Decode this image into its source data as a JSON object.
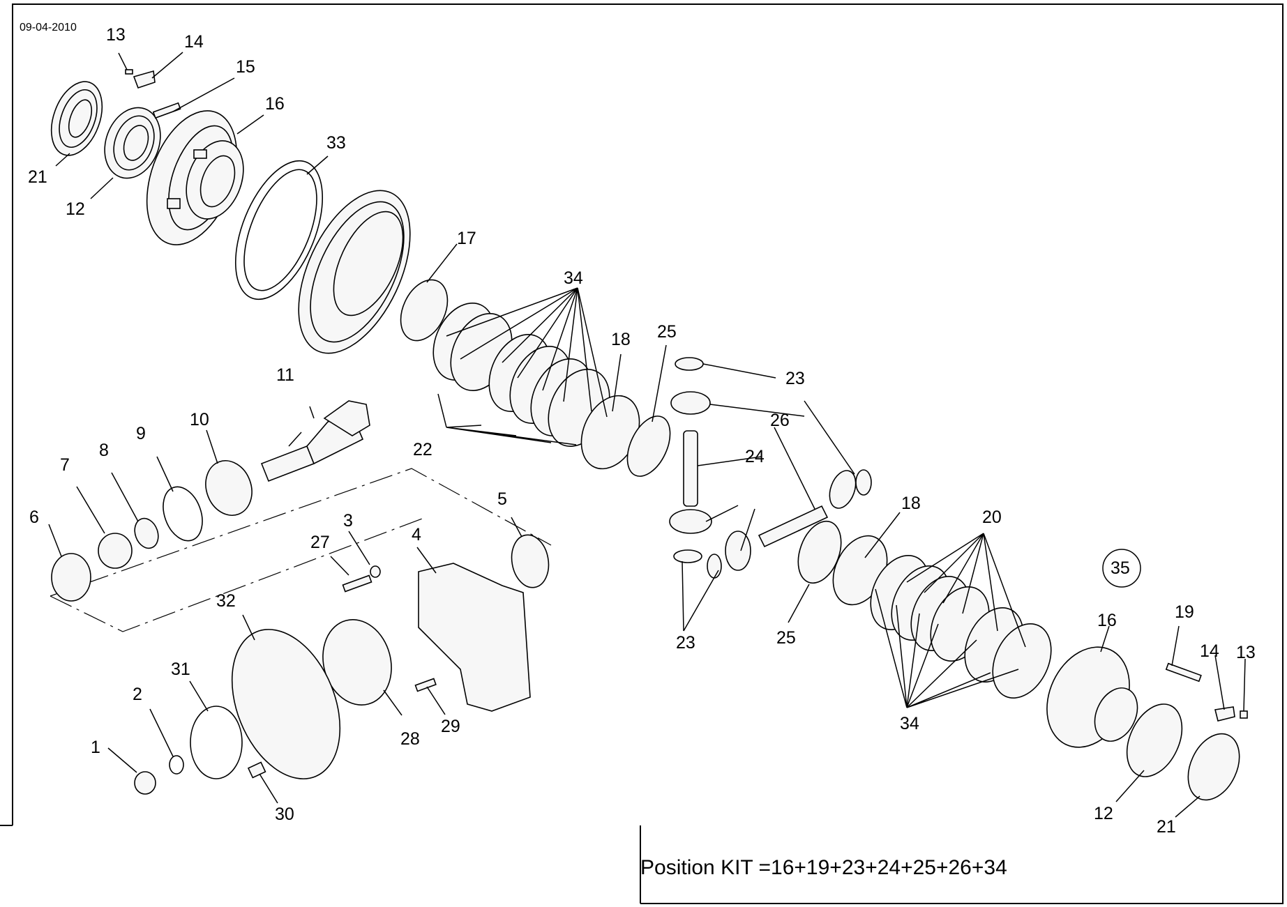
{
  "date": "09-04-2010",
  "kit_note": "Position KIT =16+19+23+24+25+26+34",
  "callouts": [
    "13",
    "14",
    "15",
    "16",
    "33",
    "21",
    "12",
    "17",
    "34",
    "18",
    "25",
    "23",
    "11",
    "26",
    "24",
    "22",
    "10",
    "9",
    "8",
    "7",
    "6",
    "5",
    "3",
    "27",
    "4",
    "18",
    "20",
    "35",
    "16",
    "19",
    "14",
    "13",
    "32",
    "31",
    "2",
    "1",
    "30",
    "28",
    "29",
    "23",
    "25",
    "34",
    "12",
    "21"
  ]
}
